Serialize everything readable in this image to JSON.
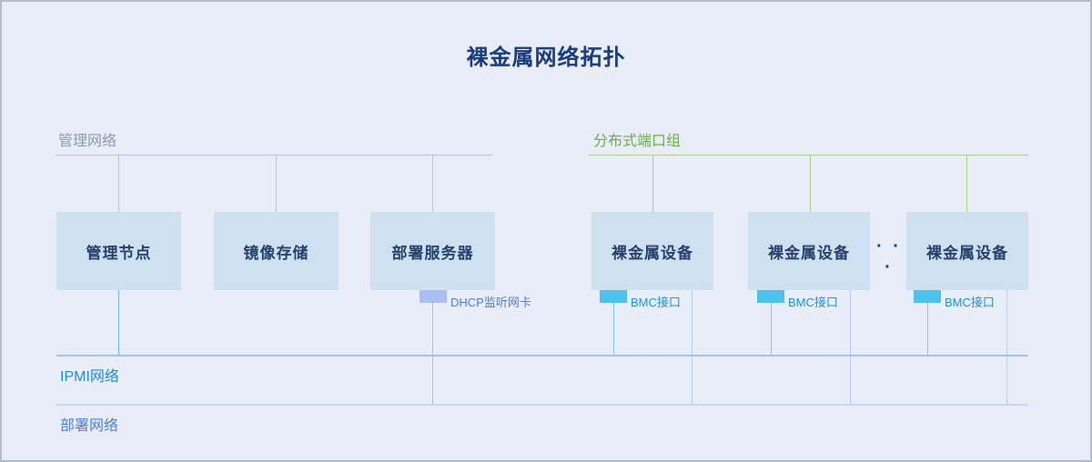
{
  "title": "裸金属网络拓扑",
  "management_network": {
    "label": "管理网络",
    "nodes": [
      "管理节点",
      "镜像存储",
      "部署服务器"
    ],
    "dhcp_nic_label": "DHCP监听网卡"
  },
  "distributed_port_group": {
    "label": "分布式端口组",
    "nodes": [
      "裸金属设备",
      "裸金属设备",
      "裸金属设备"
    ],
    "ellipsis": "· · ·",
    "bmc_port_label": "BMC接口"
  },
  "ipmi_network": {
    "label": "IPMI网络"
  },
  "deployment_network": {
    "label": "部署网络"
  },
  "colors": {
    "background": "#e8edf8",
    "node_fill": "#cfe0f1",
    "node_text": "#24406b",
    "title_text": "#1a3a80",
    "management_label": "#8b99b1",
    "management_line": "#bdc5d2",
    "port_group_label": "#69ae47",
    "port_group_line": "#accd8d",
    "bmc_tab": "#4cc3ee",
    "bmc_label": "#1a91dc",
    "dhcp_tab": "#a9bef2",
    "dhcp_label": "#4b7de8",
    "ipmi_line": "#9ac6ee",
    "ipmi_label": "#1e88e5",
    "deployment_line": "#cbd6f3",
    "deployment_label": "#4b7de8"
  }
}
